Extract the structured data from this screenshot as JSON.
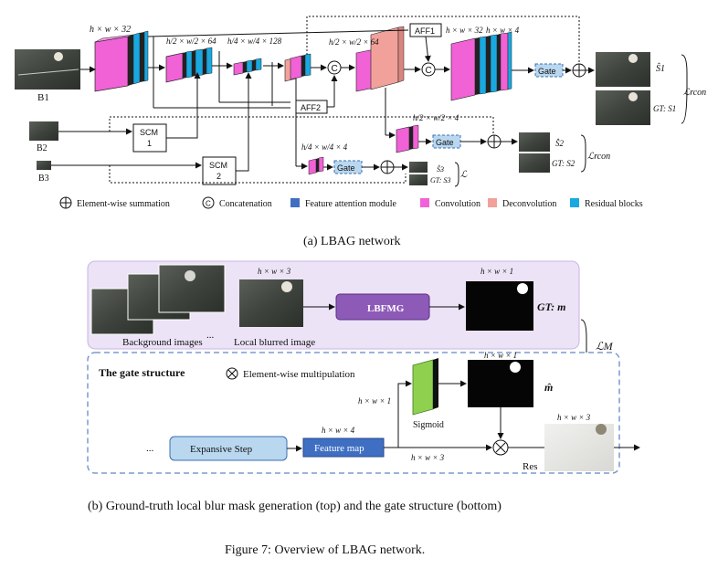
{
  "part_a": {
    "caption": "(a) LBAG network",
    "inputs": [
      "B1",
      "B2",
      "B3"
    ],
    "scm1_label": [
      "SCM",
      "1"
    ],
    "scm2_label": [
      "SCM",
      "2"
    ],
    "aff1_label": "AFF1",
    "aff2_label": "AFF2",
    "gate_label": "Gate",
    "dims": {
      "d1": "h × w × 32",
      "d2": "h/2 × w/2 × 64",
      "d3": "h/4 × w/4 × 128",
      "d4": "h/2 × w/2 × 64",
      "d5": "h × w × 32",
      "d6": "h × w × 4",
      "d7": "h/2 × w/2 × 4",
      "d8": "h/4 × w/4 × 4"
    },
    "outputs": [
      {
        "pred": "Ŝ1",
        "gt": "GT: S1",
        "loss": "ℒrcon"
      },
      {
        "pred": "Ŝ2",
        "gt": "GT: S2",
        "loss": "ℒrcon"
      },
      {
        "pred": "Ŝ3",
        "gt": "GT: S3",
        "loss": "ℒ"
      }
    ],
    "legend": [
      {
        "symbol": "plus",
        "label": "Element-wise summation"
      },
      {
        "symbol": "c",
        "label": "Concatenation"
      },
      {
        "color": "#3f6fc2",
        "label": "Feature attention module"
      },
      {
        "color": "#f062d6",
        "label": "Convolution"
      },
      {
        "color": "#f2a19a",
        "label": "Deconvolution"
      },
      {
        "color": "#1aa8e0",
        "label": "Residual blocks"
      }
    ]
  },
  "part_b": {
    "caption": "(b) Ground-truth local blur mask generation (top) and the gate structure (bottom)",
    "top": {
      "dim_input": "h × w × 3",
      "dim_mask": "h × w × 1",
      "background_label": "Background images",
      "ellipsis": "...",
      "local_blur_label": "Local blurred image",
      "lbfmg": "LBFMG",
      "gt_label": "GT: m"
    },
    "loss_label": "ℒM",
    "gate": {
      "title": "The gate structure",
      "mult_legend": "Element-wise multipulation",
      "sigmoid_dim": "h × w × 1",
      "sigmoid_label": "Sigmoid",
      "mask_dim": "h × w × 1",
      "mask_label": "m̂",
      "expansive_step": "Expansive Step",
      "feature_map": "Feature map",
      "feature_dim": "h × w × 4",
      "ellipsis": "...",
      "branch_dim": "h × w × 3",
      "res_dim": "h × w × 3",
      "res_label": "Res"
    }
  },
  "figure_caption": "Figure 7: Overview of LBAG network.",
  "colors": {
    "conv": "#f062d6",
    "deconv": "#f2a19a",
    "resblock": "#1aa8e0",
    "attention": "#3f6fc2",
    "gate_fill": "#b9d7ef",
    "lbfmg_fill": "#8e5ab8",
    "panel_fill": "#ece3f6",
    "sigmoid": "#8fd14f"
  }
}
